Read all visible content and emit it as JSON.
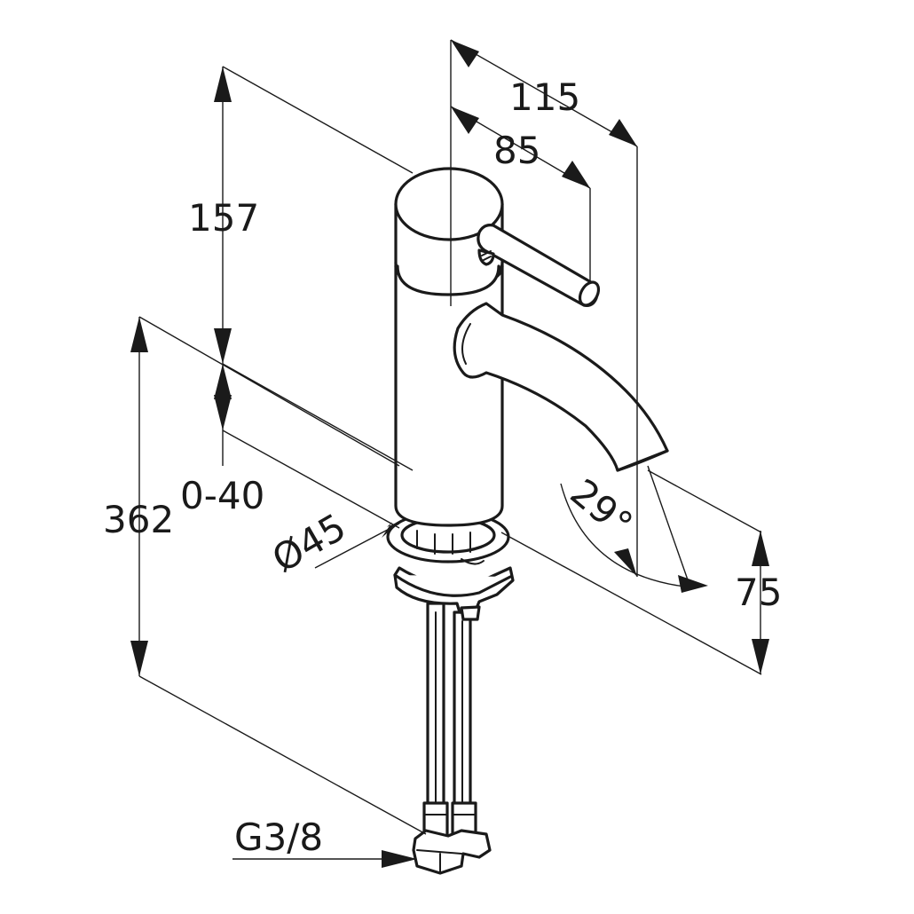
{
  "colors": {
    "line": "#1a1a1a",
    "background": "#ffffff"
  },
  "dimensions": {
    "width_total": "115",
    "width_lever": "85",
    "height_top": "157",
    "height_adjust": "0-40",
    "height_total": "362",
    "diameter": "Ø45",
    "spout_angle": "29°",
    "spout_height": "75",
    "connection": "G3/8"
  }
}
